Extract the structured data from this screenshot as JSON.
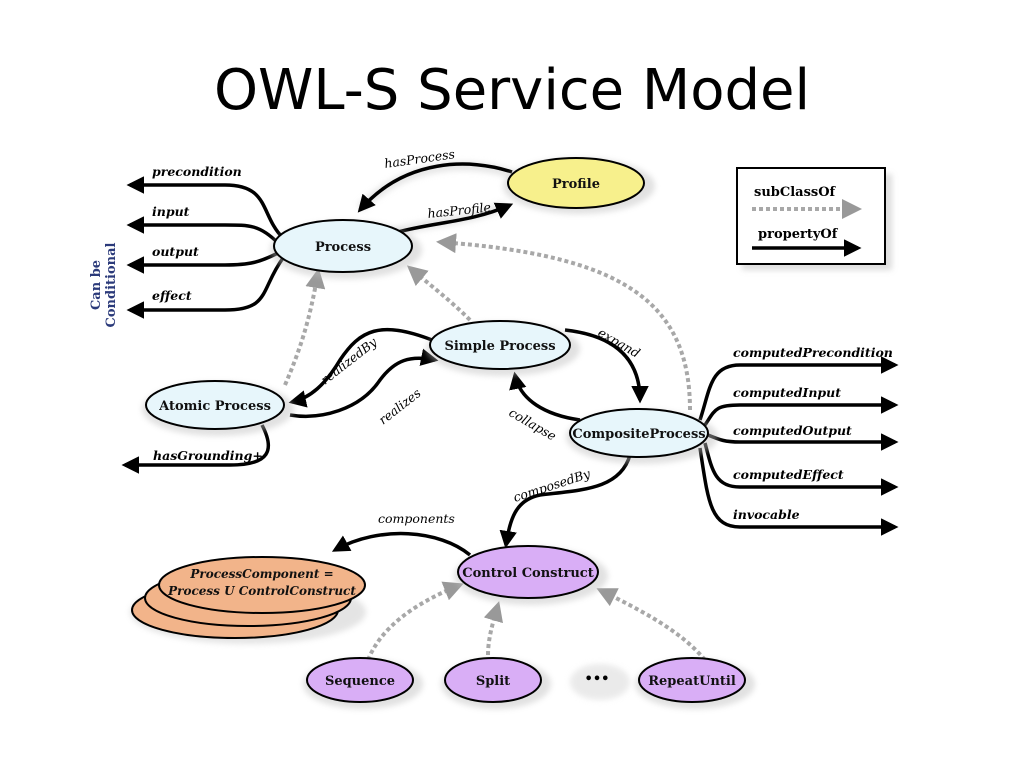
{
  "title": "OWL-S Service Model",
  "legend": {
    "subclass_label": "subClassOf",
    "property_label": "propertyOf"
  },
  "side_label": {
    "line1": "Can be",
    "line2": "Conditional"
  },
  "nodes": {
    "profile": "Profile",
    "process": "Process",
    "simple_process": "Simple Process",
    "atomic_process": "Atomic Process",
    "composite_process": "CompositeProcess",
    "control_construct": "Control Construct",
    "sequence": "Sequence",
    "split": "Split",
    "ellipsis": "•••",
    "repeat_until": "RepeatUntil",
    "process_component_line1": "ProcessComponent =",
    "process_component_line2": "Process U ControlConstruct"
  },
  "edges": {
    "has_process": "hasProcess",
    "has_profile": "hasProfile",
    "precondition": "precondition",
    "input": "input",
    "output": "output",
    "effect": "effect",
    "realized_by": "realizedBy",
    "realizes": "realizes",
    "expand": "expand",
    "collapse": "collapse",
    "has_grounding": "hasGrounding+",
    "composed_by": "composedBy",
    "components": "components",
    "computed_precondition": "computedPrecondition",
    "computed_input": "computedInput",
    "computed_output": "computedOutput",
    "computed_effect": "computedEffect",
    "invocable": "invocable"
  }
}
